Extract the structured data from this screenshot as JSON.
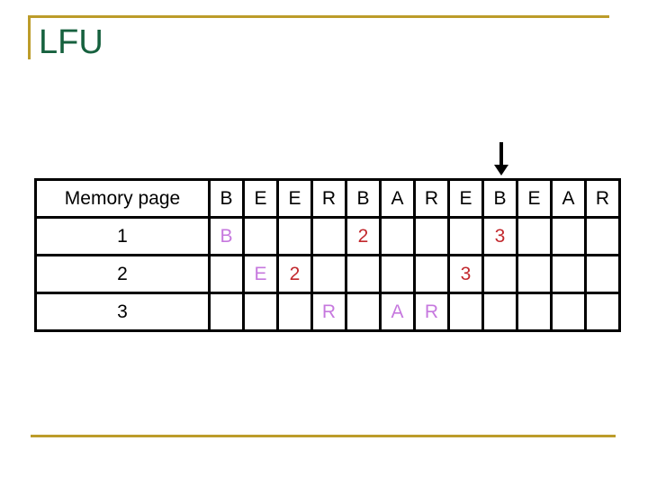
{
  "slide": {
    "title": "LFU",
    "colors": {
      "title_green": "#16613E",
      "accent_gold": "#BC9C2A",
      "cell_purple": "#C678DE",
      "cell_red": "#C2282D",
      "table_border_black": "#000000"
    }
  },
  "pointer_arrow": {
    "glyph": "down-arrow",
    "points_to_column": 9,
    "points_to_letter": "B"
  },
  "table": {
    "corner_label": "Memory page",
    "reference_string": [
      "B",
      "E",
      "E",
      "R",
      "B",
      "A",
      "R",
      "E",
      "B",
      "E",
      "A",
      "R"
    ],
    "rows": [
      {
        "label": "1",
        "cells": [
          {
            "text": "B",
            "color": "purple"
          },
          null,
          null,
          null,
          {
            "text": "2",
            "color": "red"
          },
          null,
          null,
          null,
          {
            "text": "3",
            "color": "red"
          },
          null,
          null,
          null
        ]
      },
      {
        "label": "2",
        "cells": [
          null,
          {
            "text": "E",
            "color": "purple"
          },
          {
            "text": "2",
            "color": "red"
          },
          null,
          null,
          null,
          null,
          {
            "text": "3",
            "color": "red"
          },
          null,
          null,
          null,
          null
        ]
      },
      {
        "label": "3",
        "cells": [
          null,
          null,
          null,
          {
            "text": "R",
            "color": "purple"
          },
          null,
          {
            "text": "A",
            "color": "purple"
          },
          {
            "text": "R",
            "color": "purple"
          },
          null,
          null,
          null,
          null,
          null
        ]
      }
    ]
  }
}
